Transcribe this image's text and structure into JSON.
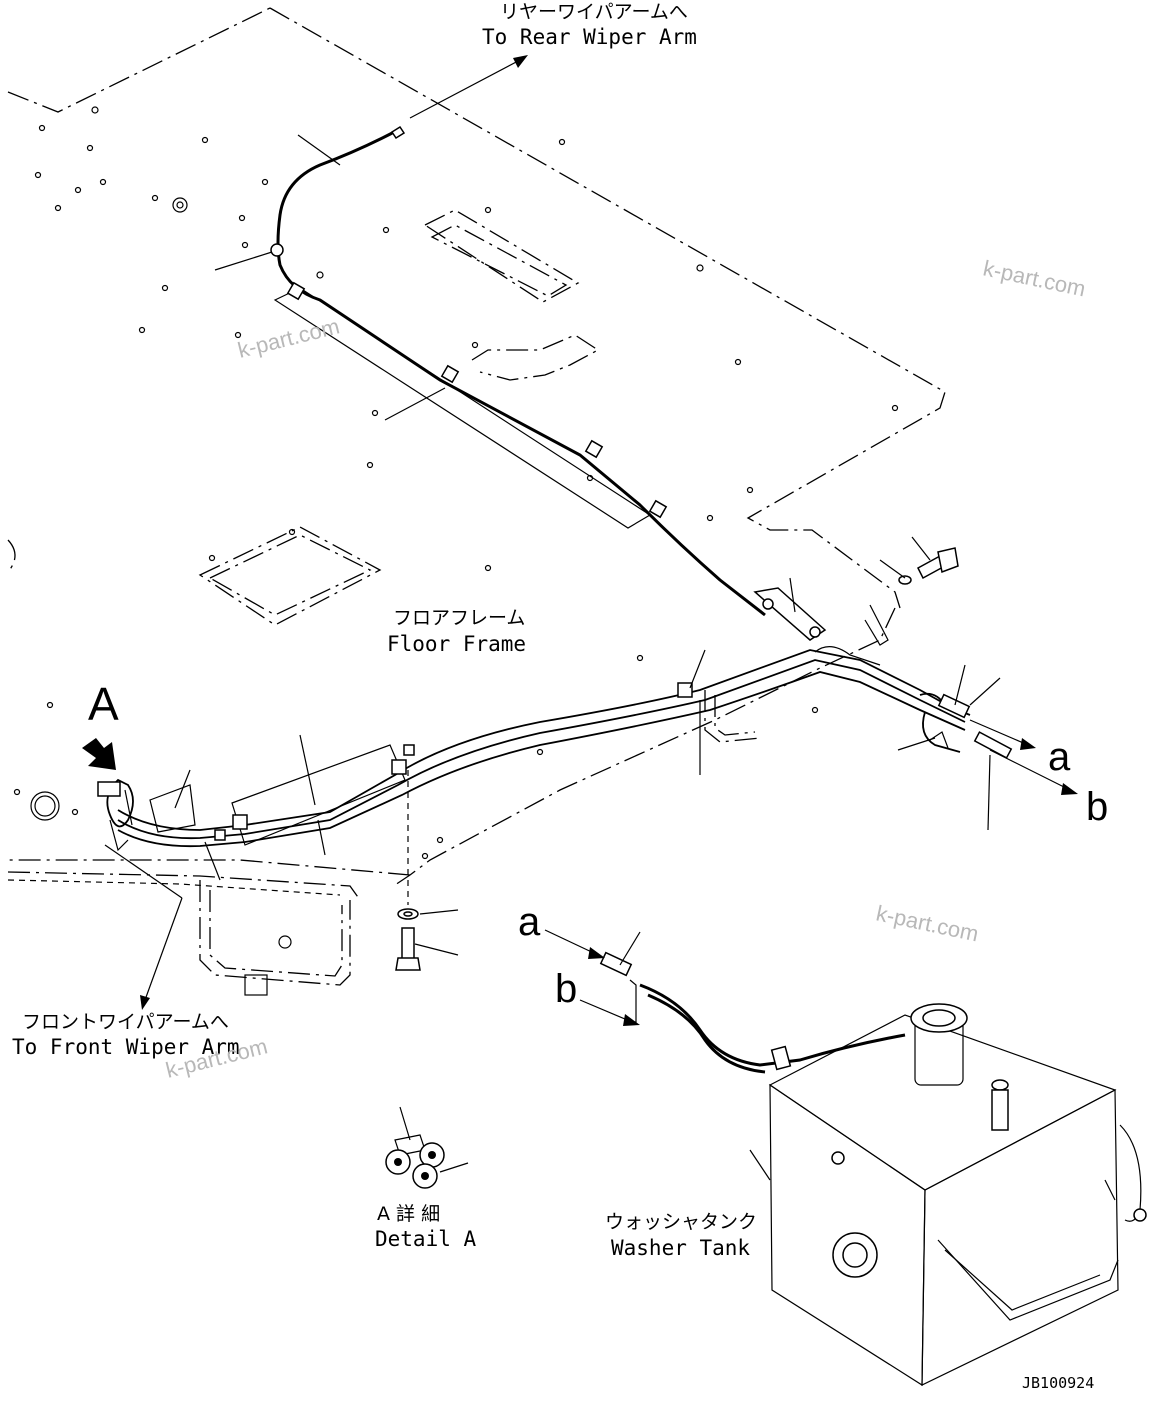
{
  "labels": {
    "rear_wiper_jp": "リヤーワイパアームへ",
    "rear_wiper_en": "To Rear Wiper Arm",
    "floor_frame_jp": "フロアフレーム",
    "floor_frame_en": "Floor Frame",
    "front_wiper_jp": "フロントワイパアームへ",
    "front_wiper_en": "To Front Wiper Arm",
    "detail_jp": "A 詳 細",
    "detail_en": "Detail A",
    "washer_tank_jp": "ウォッシャタンク",
    "washer_tank_en": "Washer Tank",
    "view_a": "A",
    "conn_a_right": "a",
    "conn_b_right": "b",
    "conn_a_left": "a",
    "conn_b_left": "b",
    "drawing_number": "JB100924"
  },
  "watermarks": [
    "k-part.com",
    "k-part.com",
    "k-part.com",
    "k-part.com"
  ],
  "colors": {
    "line": "#000000",
    "background": "#ffffff",
    "watermark": "#b8b8b8"
  }
}
